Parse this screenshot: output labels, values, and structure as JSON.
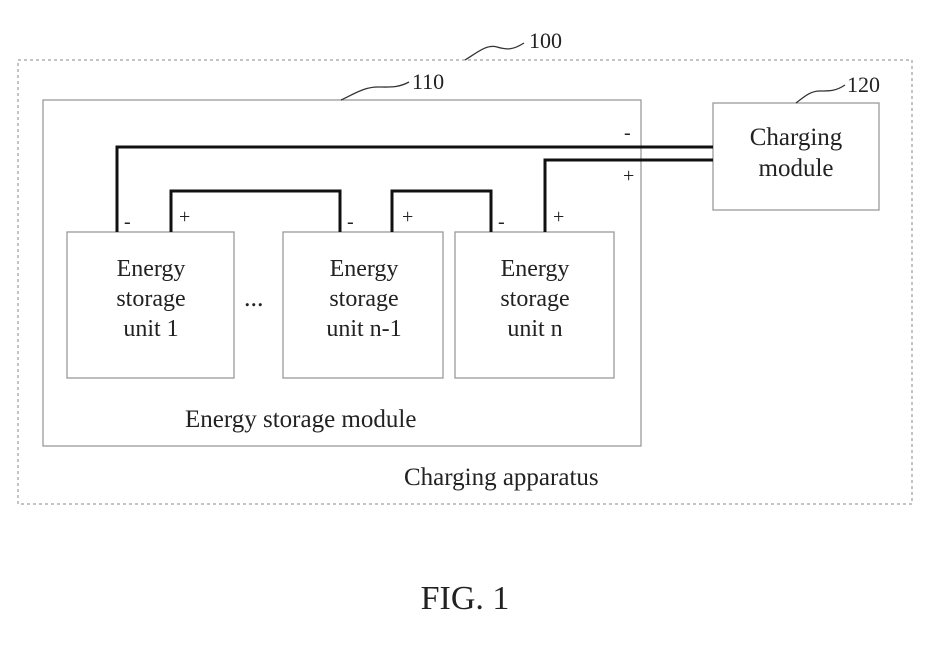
{
  "apparatus": {
    "ref": "100",
    "label": "Charging apparatus"
  },
  "storage_module": {
    "ref": "110",
    "label": "Energy storage module"
  },
  "charging_module": {
    "ref": "120",
    "line1": "Charging",
    "line2": "module"
  },
  "units": [
    {
      "line1": "Energy",
      "line2": "storage",
      "line3": "unit 1",
      "neg": "-",
      "pos": "+"
    },
    {
      "line1": "Energy",
      "line2": "storage",
      "line3": "unit n-1",
      "neg": "-",
      "pos": "+"
    },
    {
      "line1": "Energy",
      "line2": "storage",
      "line3": "unit n",
      "neg": "-",
      "pos": "+"
    }
  ],
  "ellipsis": "...",
  "charging_terminals": {
    "neg": "-",
    "pos": "+"
  },
  "caption": "FIG. 1",
  "colors": {
    "box_border": "#9a9a9a",
    "wire": "#111111",
    "text": "#222222"
  }
}
